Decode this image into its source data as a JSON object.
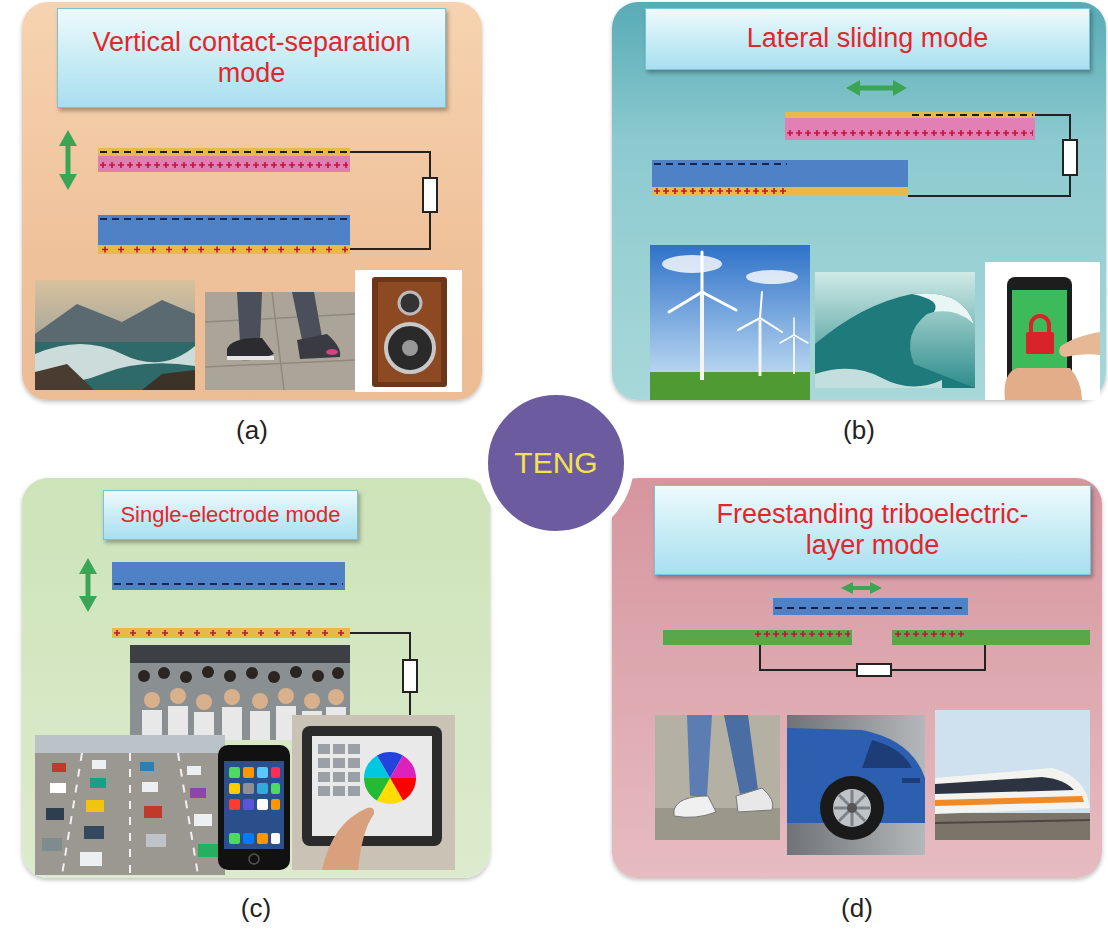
{
  "diagram": {
    "nodes": [
      {
        "text": [
          "(a)"
        ]
      },
      {
        "text": [
          "Vertical contact-separation mode"
        ],
        "in": 0
      },
      {
        "text": [
          "(b)"
        ]
      },
      {
        "text": [
          "Lateral sliding mode"
        ],
        "in": 2
      },
      {
        "text": [
          "TENG"
        ]
      },
      {
        "text": [
          "(c)"
        ]
      },
      {
        "text": [
          "Single-electrode mode"
        ],
        "in": 5
      },
      {
        "text": [
          "(d)"
        ]
      },
      {
        "text": [
          "Freestanding triboelectric- layer mode"
        ],
        "in": 7
      }
    ]
  }
}
